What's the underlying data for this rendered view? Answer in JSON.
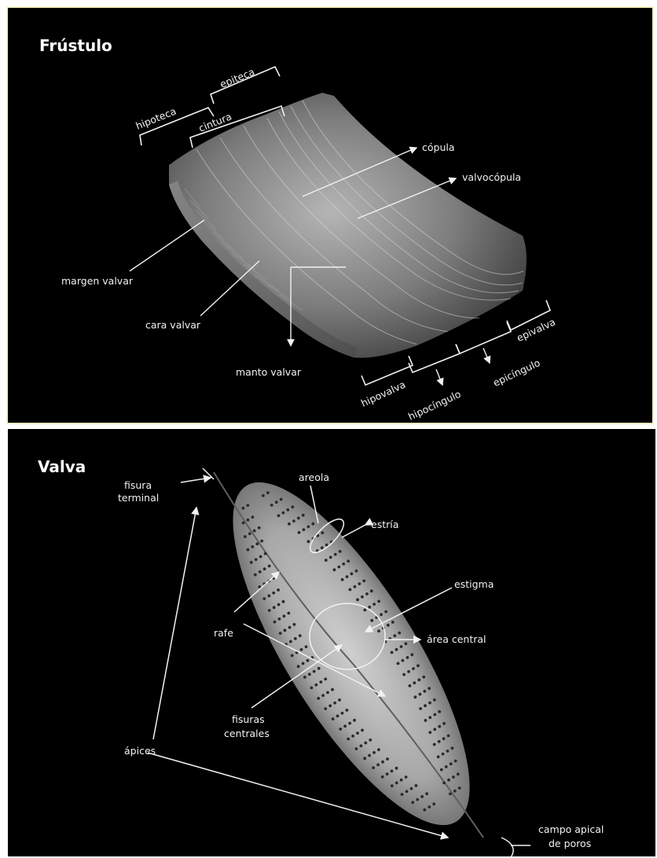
{
  "panel_frustulo": {
    "title": "Frústulo",
    "labels": {
      "hipoteca": "hipoteca",
      "epiteca": "epiteca",
      "cintura": "cintura",
      "copula": "cópula",
      "valvocopula": "valvocópula",
      "margen_valvar": "margen valvar",
      "cara_valvar": "cara valvar",
      "manto_valvar": "manto valvar",
      "hipovalva": "hipovalva",
      "hipocingulo": "hipocíngulo",
      "epicingulo": "epicíngulo",
      "epivalva": "epivalva"
    }
  },
  "panel_valva": {
    "title": "Valva",
    "labels": {
      "fisura_terminal_1": "fisura",
      "fisura_terminal_2": "terminal",
      "areola": "areola",
      "estria": "estría",
      "estigma": "estigma",
      "rafe": "rafe",
      "area_central": "área central",
      "fisuras_centrales_1": "fisuras",
      "fisuras_centrales_2": "centrales",
      "apices": "ápices",
      "campo_apical_1": "campo apical",
      "campo_apical_2": "de poros"
    }
  },
  "colors": {
    "background": "#000000",
    "frame": "#f7f3c5",
    "label": "#f2f2f2"
  }
}
